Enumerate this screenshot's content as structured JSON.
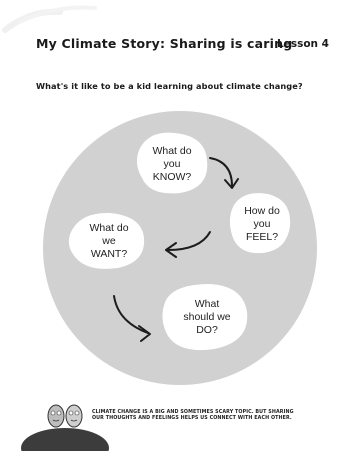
{
  "header": {
    "title": "My Climate Story: Sharing is caring",
    "lesson": "Lesson 4"
  },
  "question": "What's it like to be a kid learning about climate change?",
  "diagram": {
    "steps": [
      {
        "text": "What do\nyou\nKNOW?"
      },
      {
        "text": "How do\nyou\nFEEL?"
      },
      {
        "text": "What do\nwe\nWANT?"
      },
      {
        "text": "What\nshould we\nDO?"
      }
    ]
  },
  "footer": {
    "text": "CLIMATE CHANGE IS A BIG AND SOMETIMES SCARY TOPIC. BUT SHARING OUR THOUGHTS AND FEELINGS HELPS US CONNECT WITH EACH OTHER."
  },
  "colors": {
    "circle": "#d1d1d1",
    "blob": "#ffffff",
    "text": "#1e1e1e",
    "globe": "#3c3c3c"
  }
}
